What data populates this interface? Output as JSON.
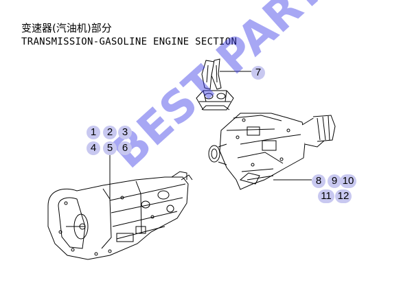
{
  "title_cn": "变速器(汽油机)部分",
  "title_en": "TRANSMISSION-GASOLINE ENGINE SECTION",
  "watermark": "BEST PARTS",
  "callouts": {
    "c1": "1",
    "c2": "2",
    "c3": "3",
    "c4": "4",
    "c5": "5",
    "c6": "6",
    "c7": "7",
    "c8": "8",
    "c9": "9",
    "c10": "10",
    "c11": "11",
    "c12": "12"
  },
  "colors": {
    "callout_fill": "#c8c8f0",
    "watermark": "#3c3ce6",
    "line": "#000000"
  }
}
